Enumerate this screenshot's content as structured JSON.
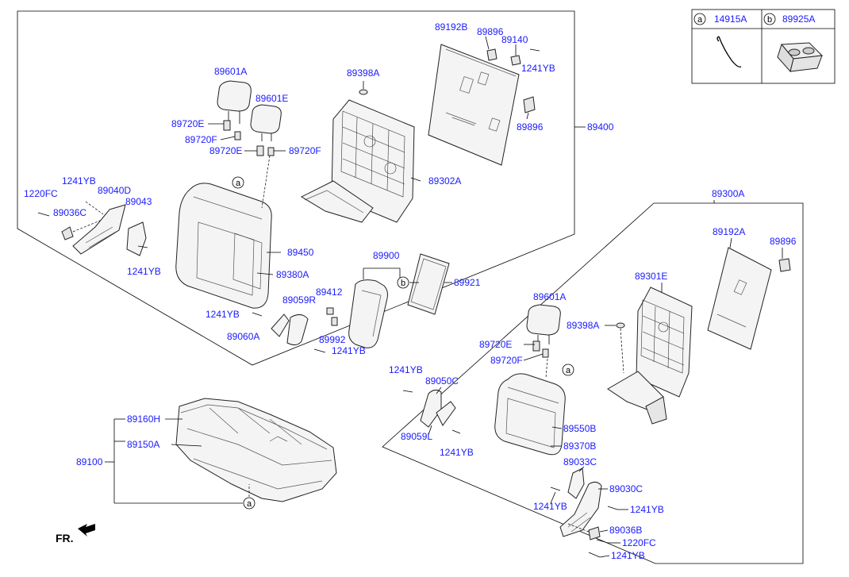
{
  "fr_label": "FR.",
  "callout_a": "a",
  "callout_b": "b",
  "legend": {
    "a_code": "14915A",
    "b_code": "89925A"
  },
  "labels": {
    "p89192B": "89192B",
    "p89896_t": "89896",
    "p89140": "89140",
    "p1241YB_tr": "1241YB",
    "p89896_m": "89896",
    "p89398A_t": "89398A",
    "p89400": "89400",
    "p89601A_t": "89601A",
    "p89601E": "89601E",
    "p89720E_1": "89720E",
    "p89720F_1": "89720F",
    "p89720E_2": "89720E",
    "p89720F_2": "89720F",
    "p89302A": "89302A",
    "p1241YB_l1": "1241YB",
    "p1220FC_l": "1220FC",
    "p89040D": "89040D",
    "p89043": "89043",
    "p89036C": "89036C",
    "p1241YB_l2": "1241YB",
    "p89450": "89450",
    "p89380A": "89380A",
    "p89900": "89900",
    "p89921": "89921",
    "p89412": "89412",
    "p89059R": "89059R",
    "p1241YB_l3": "1241YB",
    "p89060A": "89060A",
    "p89992": "89992",
    "p1241YB_l4": "1241YB",
    "p89300A": "89300A",
    "p89192A": "89192A",
    "p89896_r": "89896",
    "p89301E": "89301E",
    "p89398A_r": "89398A",
    "p89601A_r": "89601A",
    "p89720E_r": "89720E",
    "p89720F_r": "89720F",
    "p1241YB_r1": "1241YB",
    "p89050C": "89050C",
    "p89059L": "89059L",
    "p1241YB_r2": "1241YB",
    "p89550B": "89550B",
    "p89370B": "89370B",
    "p89033C": "89033C",
    "p89030C": "89030C",
    "p1241YB_r3": "1241YB",
    "p1241YB_r4": "1241YB",
    "p89036B": "89036B",
    "p1220FC_r": "1220FC",
    "p1241YB_r5": "1241YB",
    "p89160H": "89160H",
    "p89150A": "89150A",
    "p89100": "89100"
  }
}
